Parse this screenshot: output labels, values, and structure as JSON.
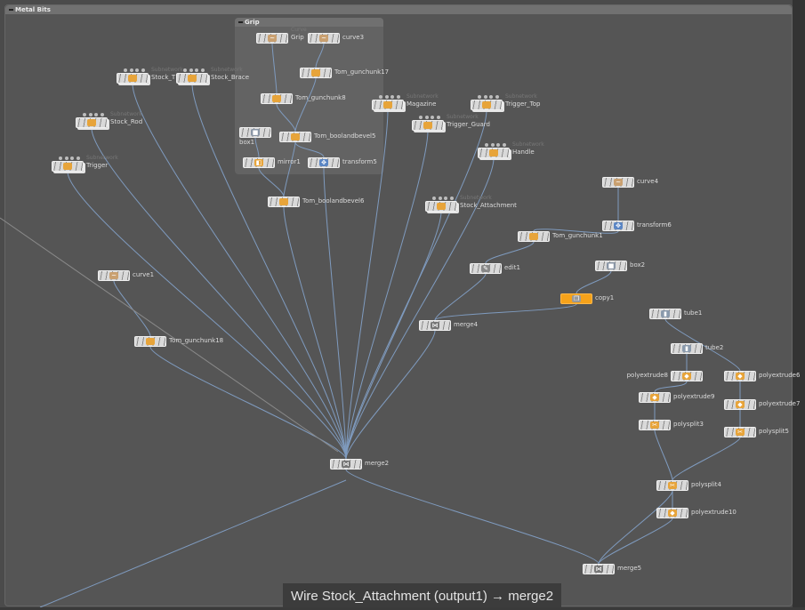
{
  "network_boxes": {
    "metal_bits": "Metal Bits",
    "grip": "Grip"
  },
  "status": "Wire Stock_Attachment (output1) → merge2",
  "colors": {
    "wire": "#7f9bbf",
    "selected": "#f6a21a",
    "background": "#555555"
  },
  "nodes": [
    {
      "name": "Grip",
      "sub": "Curve",
      "icon": "curve-icon"
    },
    {
      "name": "curve3",
      "icon": "curve-icon"
    },
    {
      "name": "Tom_gunchunk17",
      "icon": "hda-icon"
    },
    {
      "name": "Tom_gunchunk8",
      "icon": "hda-icon"
    },
    {
      "name": "box1",
      "icon": "box-icon"
    },
    {
      "name": "Tom_boolandbevel5",
      "icon": "hda-icon"
    },
    {
      "name": "mirror1",
      "icon": "mirror-icon"
    },
    {
      "name": "transform5",
      "icon": "transform-icon"
    },
    {
      "name": "Tom_boolandbevel6",
      "icon": "hda-icon"
    },
    {
      "name": "Stock_T",
      "sub": "Subnetwork",
      "icon": "subnet-icon",
      "subnet": true
    },
    {
      "name": "Stock_Brace",
      "sub": "Subnetwork",
      "icon": "subnet-icon",
      "subnet": true
    },
    {
      "name": "Stock_Rod",
      "sub": "Subnetwork",
      "icon": "subnet-icon",
      "subnet": true
    },
    {
      "name": "Trigger",
      "sub": "Subnetwork",
      "icon": "subnet-icon",
      "subnet": true
    },
    {
      "name": "Magazine",
      "sub": "Subnetwork",
      "icon": "subnet-icon",
      "subnet": true
    },
    {
      "name": "Trigger_Guard",
      "sub": "Subnetwork",
      "icon": "subnet-icon",
      "subnet": true
    },
    {
      "name": "Trigger_Top",
      "sub": "Subnetwork",
      "icon": "subnet-icon",
      "subnet": true
    },
    {
      "name": "Handle",
      "sub": "Subnetwork",
      "icon": "subnet-icon",
      "subnet": true
    },
    {
      "name": "Stock_Attachment",
      "sub": "Subnetwork",
      "icon": "subnet-icon",
      "subnet": true
    },
    {
      "name": "curve4",
      "icon": "curve-icon"
    },
    {
      "name": "transform6",
      "icon": "transform-icon"
    },
    {
      "name": "Tom_gunchunk1",
      "icon": "hda-icon"
    },
    {
      "name": "edit1",
      "icon": "edit-icon"
    },
    {
      "name": "box2",
      "icon": "box-icon"
    },
    {
      "name": "copy1",
      "icon": "copy-icon",
      "selected": true
    },
    {
      "name": "merge4",
      "icon": "merge-icon"
    },
    {
      "name": "curve1",
      "icon": "curve-icon"
    },
    {
      "name": "Tom_gunchunk18",
      "icon": "hda-icon"
    },
    {
      "name": "tube1",
      "icon": "tube-icon"
    },
    {
      "name": "tube2",
      "icon": "tube-icon"
    },
    {
      "name": "polyextrude8",
      "icon": "polyextrude-icon"
    },
    {
      "name": "polyextrude6",
      "icon": "polyextrude-icon"
    },
    {
      "name": "polyextrude9",
      "icon": "polyextrude-icon"
    },
    {
      "name": "polyextrude7",
      "icon": "polyextrude-icon"
    },
    {
      "name": "polysplit3",
      "icon": "polysplit-icon"
    },
    {
      "name": "polysplit5",
      "icon": "polysplit-icon"
    },
    {
      "name": "merge2",
      "icon": "merge-icon"
    },
    {
      "name": "polysplit4",
      "icon": "polysplit-icon"
    },
    {
      "name": "polyextrude10",
      "icon": "polyextrude-icon"
    },
    {
      "name": "merge5",
      "icon": "merge-icon"
    }
  ],
  "connections": [
    [
      "Grip",
      "Tom_gunchunk8"
    ],
    [
      "curve3",
      "Tom_gunchunk17"
    ],
    [
      "Tom_gunchunk17",
      "Tom_boolandbevel5"
    ],
    [
      "Tom_gunchunk8",
      "Tom_boolandbevel5"
    ],
    [
      "box1",
      "mirror1"
    ],
    [
      "Tom_boolandbevel5",
      "transform5"
    ],
    [
      "Tom_boolandbevel5",
      "Tom_boolandbevel6"
    ],
    [
      "mirror1",
      "Tom_boolandbevel6"
    ],
    [
      "Stock_T",
      "merge2"
    ],
    [
      "Stock_Brace",
      "merge2"
    ],
    [
      "Stock_Rod",
      "merge2"
    ],
    [
      "Trigger",
      "merge2"
    ],
    [
      "Tom_gunchunk18",
      "merge2"
    ],
    [
      "Tom_boolandbevel6",
      "merge2"
    ],
    [
      "transform5",
      "merge2"
    ],
    [
      "Magazine",
      "merge2"
    ],
    [
      "Trigger_Guard",
      "merge2"
    ],
    [
      "Trigger_Top",
      "merge2"
    ],
    [
      "Handle",
      "merge2"
    ],
    [
      "Stock_Attachment",
      "merge2"
    ],
    [
      "merge4",
      "merge2"
    ],
    [
      "curve1",
      "Tom_gunchunk18"
    ],
    [
      "curve4",
      "transform6"
    ],
    [
      "transform6",
      "Tom_gunchunk1"
    ],
    [
      "Tom_gunchunk1",
      "edit1"
    ],
    [
      "edit1",
      "merge4"
    ],
    [
      "copy1",
      "merge4"
    ],
    [
      "box2",
      "copy1"
    ],
    [
      "tube1",
      "polyextrude6"
    ],
    [
      "tube2",
      "polyextrude8"
    ],
    [
      "polyextrude8",
      "polyextrude9"
    ],
    [
      "polyextrude9",
      "polysplit3"
    ],
    [
      "polysplit3",
      "polysplit4"
    ],
    [
      "polyextrude6",
      "polyextrude7"
    ],
    [
      "polyextrude7",
      "polysplit5"
    ],
    [
      "polysplit5",
      "polysplit4"
    ],
    [
      "polysplit4",
      "polyextrude10"
    ],
    [
      "polyextrude10",
      "merge5"
    ],
    [
      "polysplit4",
      "merge5"
    ],
    [
      "merge2",
      "merge5"
    ]
  ]
}
